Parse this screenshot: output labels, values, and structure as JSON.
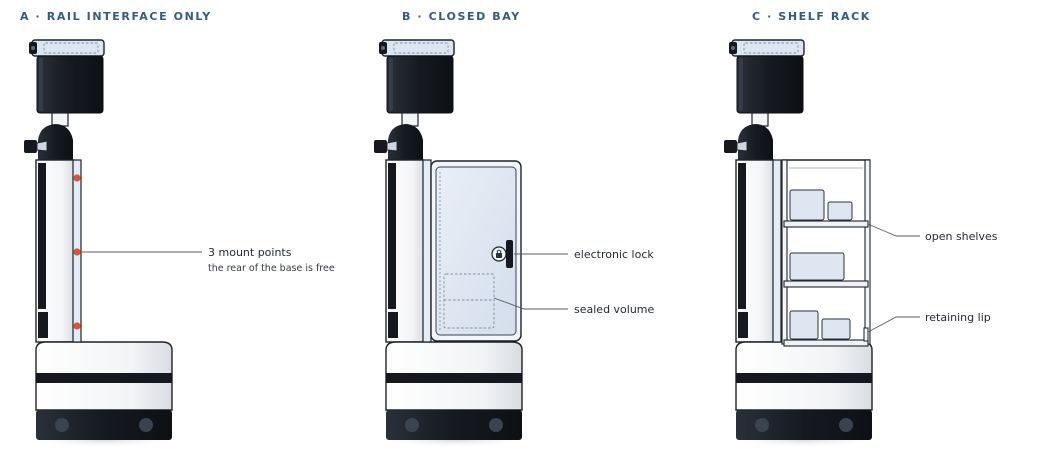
{
  "panels": [
    {
      "id": "a",
      "title": "A · RAIL INTERFACE ONLY",
      "callouts": [
        {
          "label": "3 mount points",
          "sublabel": "the rear of the base is free"
        }
      ]
    },
    {
      "id": "b",
      "title": "B · CLOSED BAY",
      "callouts": [
        {
          "label": "electronic lock"
        },
        {
          "label": "sealed volume"
        }
      ]
    },
    {
      "id": "c",
      "title": "C · SHELF RACK",
      "callouts": [
        {
          "label": "open shelves"
        },
        {
          "label": "retaining lip"
        }
      ]
    }
  ],
  "colors": {
    "title": "#2f5b8a",
    "dark": "#15191f",
    "body": "#f5f6f8",
    "outline": "#1e2329",
    "rail": "#e4ecf7",
    "panel_fill": "#dfe8f3",
    "mount_point": "#d9542f"
  }
}
